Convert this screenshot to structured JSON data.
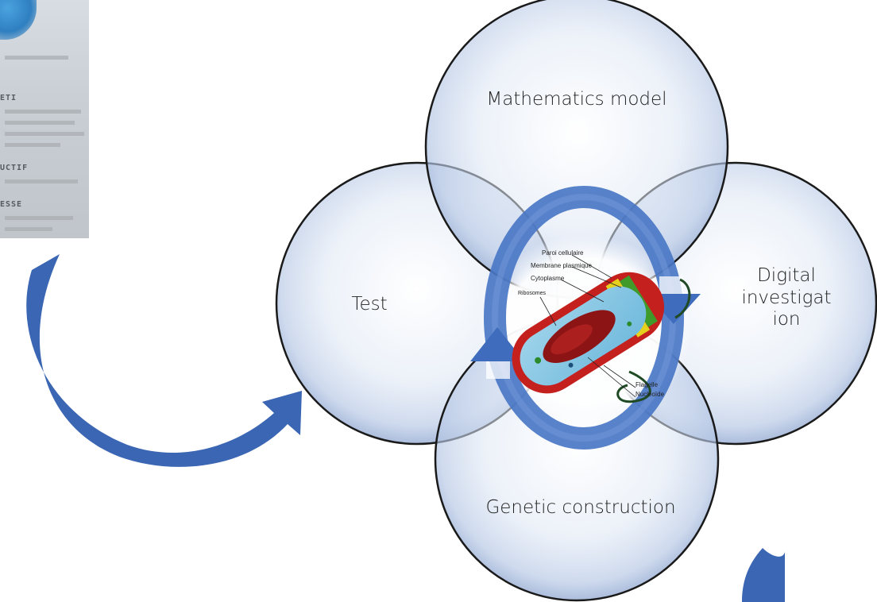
{
  "circles": {
    "top": "Mathematics model",
    "left": "Test",
    "right_lines": [
      "Digital",
      "investigat",
      "ion"
    ],
    "bottom": "Genetic construction"
  },
  "bacteria_labels": {
    "cell_wall": "Paroi cellulaire",
    "membrane": "Membrane plasmique",
    "cytoplasm": "Cytoplasme",
    "ribosomes": "Ribosomes",
    "flagella": "Flagelle",
    "nucleoid": "Nucléoïde"
  },
  "document_thumbnail": {
    "fragments": [
      "ETI",
      "UCTIF",
      "ESSE"
    ]
  },
  "colors": {
    "circle_stroke": "#1a1a1a",
    "circle_fill_center": "#ffffff",
    "circle_fill_edge": "#9fb4d8",
    "arrow_blue": "#3b66b3",
    "ring_blue": "#4a77c6"
  }
}
